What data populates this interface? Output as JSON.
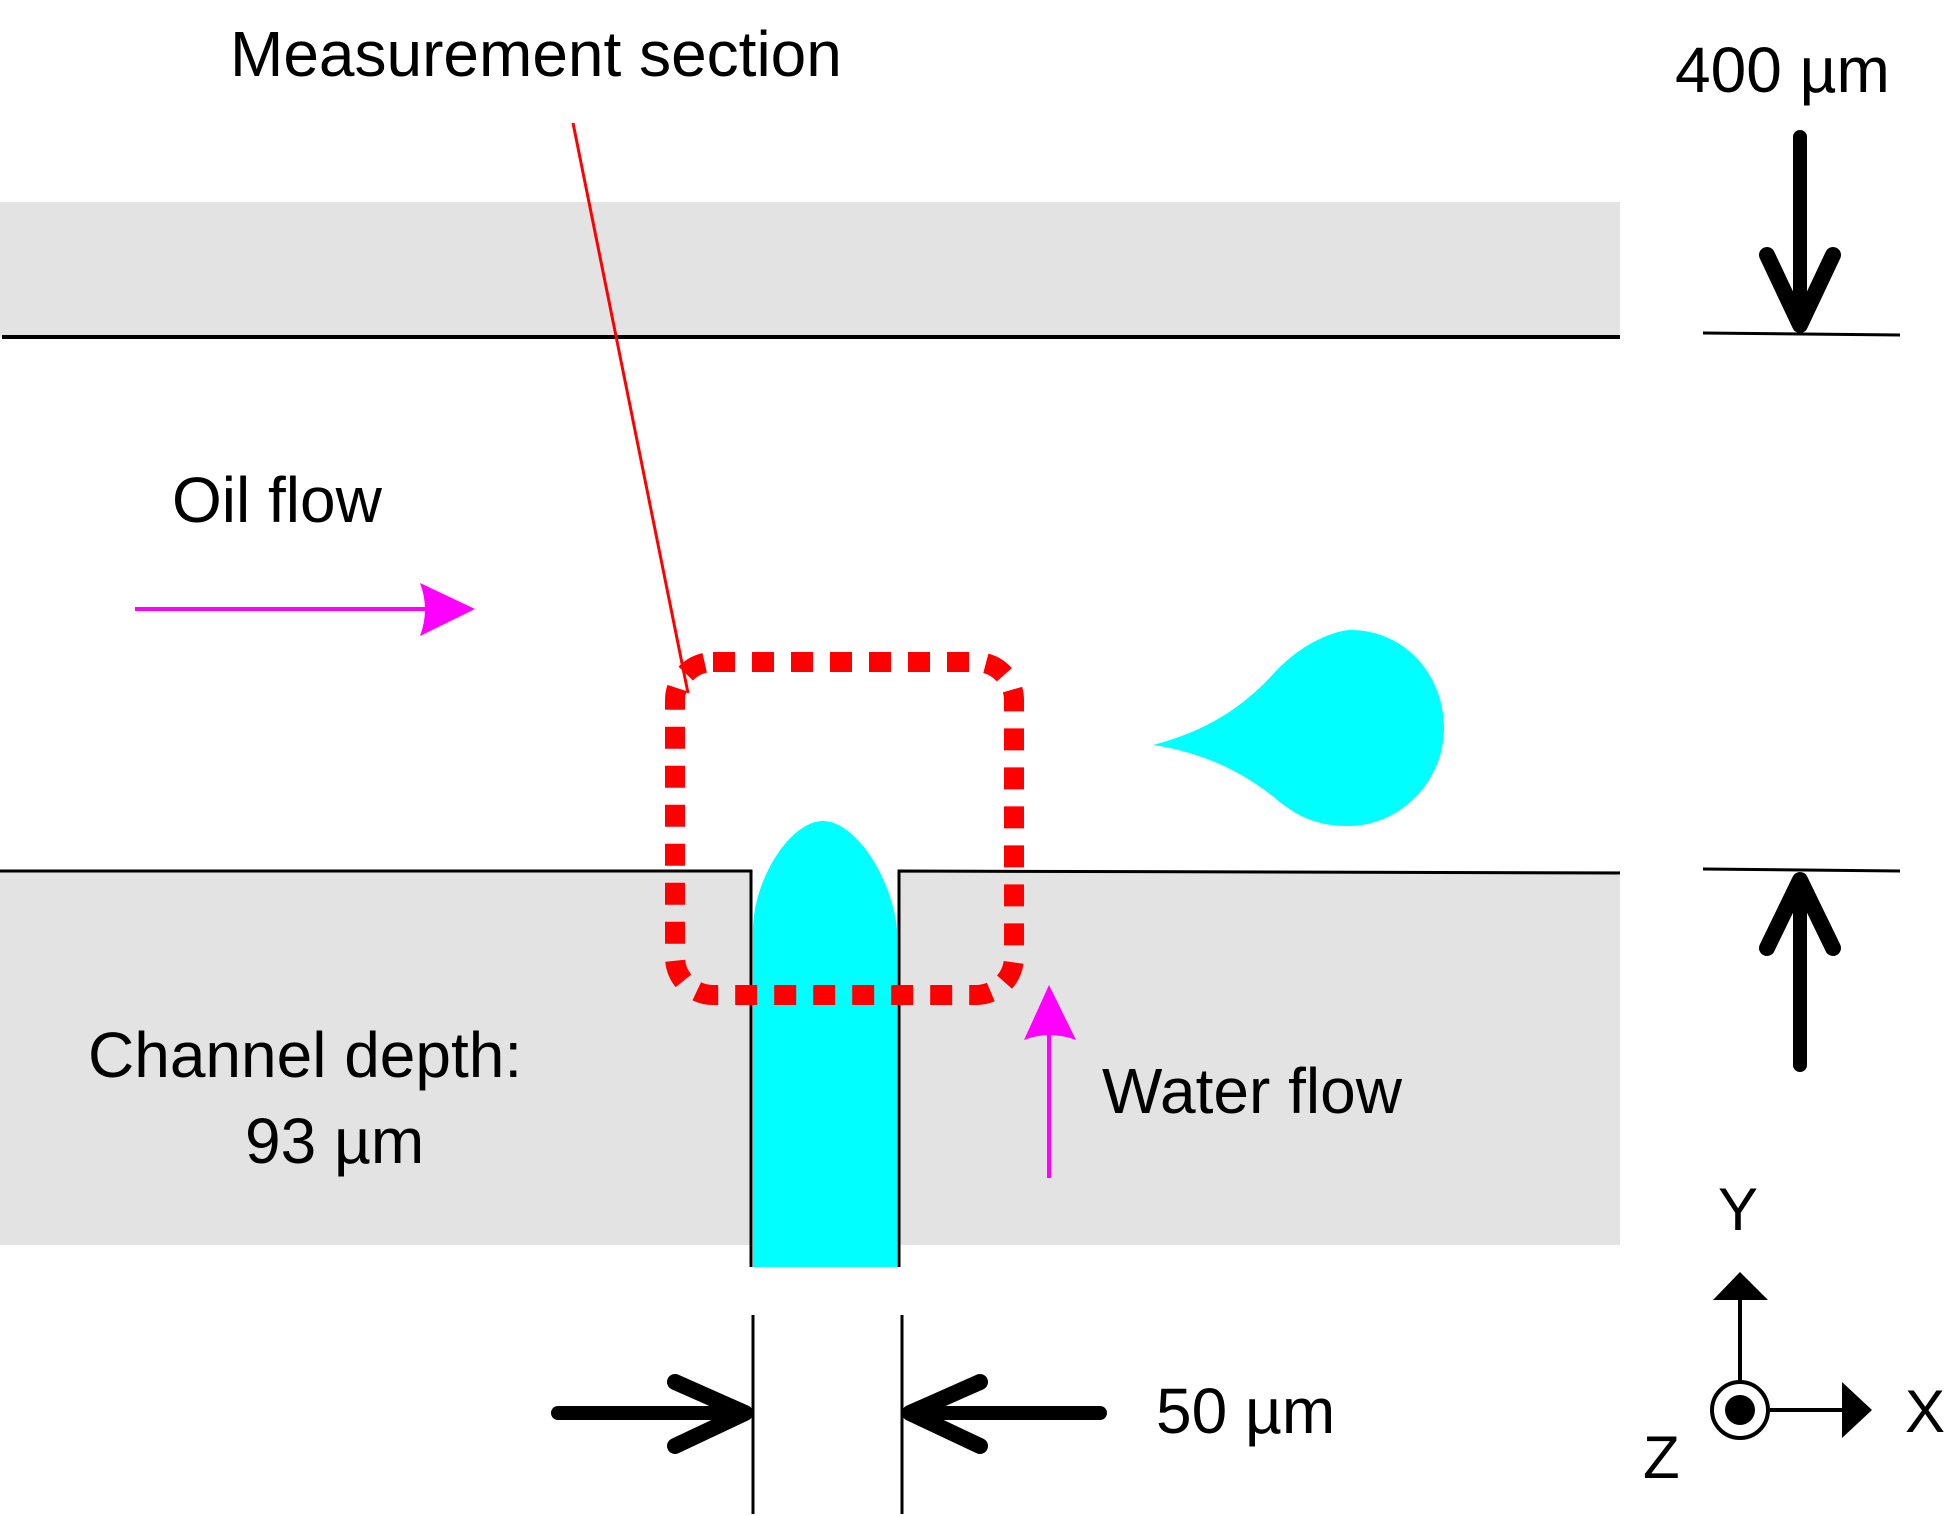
{
  "labels": {
    "measurement_section": "Measurement section",
    "oil_flow": "Oil flow",
    "water_flow": "Water flow",
    "channel_depth_line1": "Channel depth:",
    "channel_depth_line2": "93 µm",
    "main_channel_width": "400 µm",
    "nozzle_width": "50 µm"
  },
  "axes": {
    "x": "X",
    "y": "Y",
    "z": "Z"
  },
  "colors": {
    "wall": "#e3e3e3",
    "water": "#00ffff",
    "flow_arrow": "#ff00ff",
    "measurement": "#ff0000",
    "line": "#000000"
  }
}
